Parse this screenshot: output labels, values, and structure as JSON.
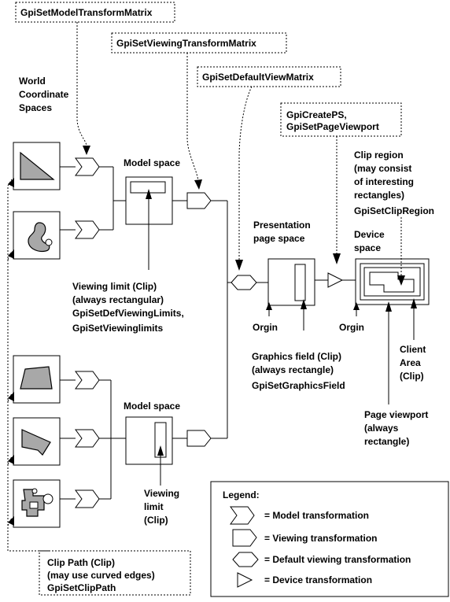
{
  "functions": {
    "model_transform": "GpiSetModelTransformMatrix",
    "viewing_transform": "GpiSetViewingTransformMatrix",
    "default_view": "GpiSetDefaultViewMatrix",
    "create_ps_1": "GpiCreatePS,",
    "create_ps_2": "GpiSetPageViewport"
  },
  "world": [
    "World",
    "Coordinate",
    "Spaces"
  ],
  "model_space_top": "Model space",
  "model_space_bottom": "Model space",
  "viewing_limit_main": [
    "Viewing limit (Clip)",
    "(always rectangular)",
    "GpiSetDefViewingLimits,",
    "GpiSetViewinglimits"
  ],
  "viewing_limit_small": [
    "Viewing",
    "limit",
    "(Clip)"
  ],
  "presentation": [
    "Presentation",
    "page space"
  ],
  "device": [
    "Device",
    "space"
  ],
  "clip_region": [
    "Clip region",
    "(may consist",
    "of interesting",
    "rectangles)",
    "GpiSetClipRegion"
  ],
  "orgin_1": "Orgin",
  "orgin_2": "Orgin",
  "graphics_field": [
    "Graphics field (Clip)",
    "(always rectangle)",
    "GpiSetGraphicsField"
  ],
  "client_area": [
    "Client",
    "Area",
    "(Clip)"
  ],
  "page_viewport": [
    "Page viewport",
    "(always",
    "rectangle)"
  ],
  "clip_path": [
    "Clip Path (Clip)",
    "(may use curved edges)",
    "GpiSetClipPath"
  ],
  "legend": {
    "title": "Legend:",
    "items": [
      {
        "icon": "model-transform-chevron",
        "label": "= Model transformation"
      },
      {
        "icon": "viewing-transform-pentagon",
        "label": "= Viewing transformation"
      },
      {
        "icon": "default-view-hexagon",
        "label": "= Default viewing transformation"
      },
      {
        "icon": "device-transform-triangle",
        "label": "= Device transformation"
      }
    ]
  }
}
